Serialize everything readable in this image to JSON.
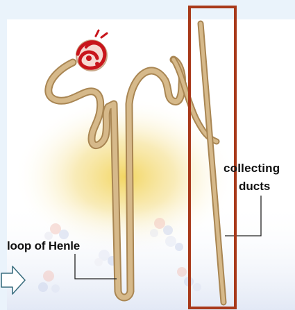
{
  "labels": {
    "collecting": "collecting",
    "ducts": "ducts",
    "loop": "loop of Henle"
  },
  "colors": {
    "tubule": "#d6b98a",
    "tubule_outline": "#a98653",
    "glomerulus": "#c8151b",
    "highlight_box": "#a8391a",
    "background_glow": "#f3dc6e",
    "arrow_outline": "#3b6f80"
  },
  "icons": {
    "pointer": "right-arrow-icon",
    "molecules": "molecule-icon"
  }
}
